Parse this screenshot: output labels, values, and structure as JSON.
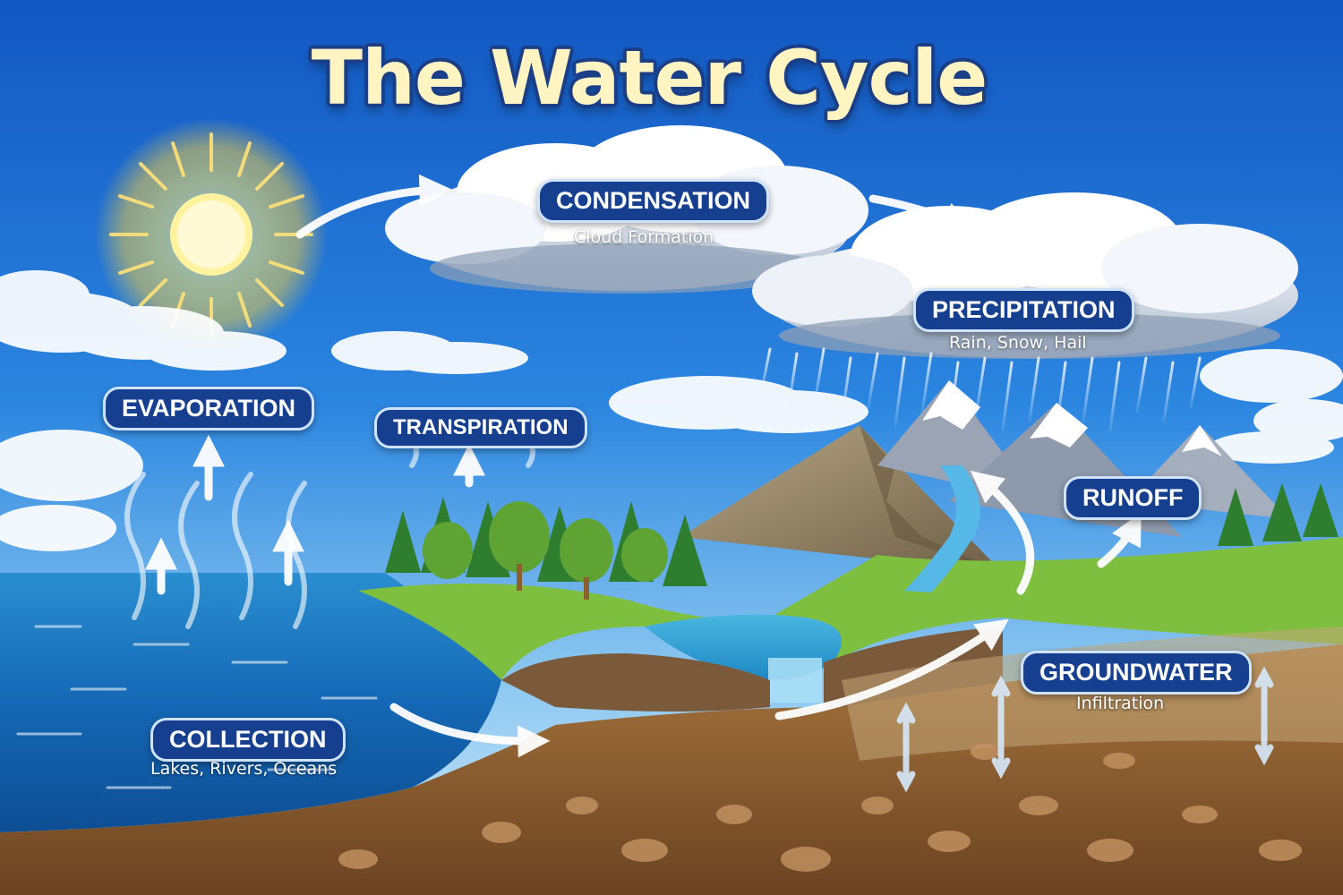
{
  "title": "The Water Cycle",
  "stages": {
    "condensation": {
      "label": "CONDENSATION",
      "sub": "Cloud Formation"
    },
    "precipitation": {
      "label": "PRECIPITATION",
      "sub": "Rain, Snow, Hail"
    },
    "evaporation": {
      "label": "EVAPORATION"
    },
    "transpiration": {
      "label": "TRANSPIRATION"
    },
    "runoff": {
      "label": "RUNOFF"
    },
    "groundwater": {
      "label": "GROUNDWATER",
      "sub": "Infiltration"
    },
    "collection": {
      "label": "COLLECTION",
      "sub": "Lakes, Rivers, Oceans"
    }
  },
  "colors": {
    "sky_top": "#1560c9",
    "sky_bottom": "#8fc9f2",
    "label_fill": "#16408f",
    "title_fill": "#fff4c2",
    "sea": "#1f7fc4",
    "soil": "#8a5a2e"
  }
}
